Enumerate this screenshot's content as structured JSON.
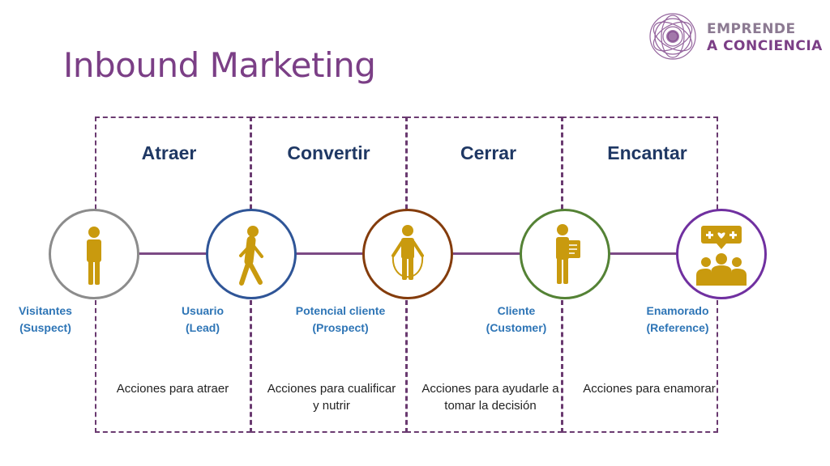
{
  "title": "Inbound Marketing",
  "logo": {
    "line1": "EMPRENDE",
    "line2": "A CONCIENCIA"
  },
  "stages": [
    {
      "title": "Atraer",
      "action": "Acciones para atraer"
    },
    {
      "title": "Convertir",
      "action": "Acciones para cualificar y nutrir"
    },
    {
      "title": "Cerrar",
      "action": "Acciones para ayudarle a tomar la decisión"
    },
    {
      "title": "Encantar",
      "action": "Acciones para enamorar"
    }
  ],
  "nodes": [
    {
      "line1": "Visitantes",
      "line2": "(Suspect)",
      "icon": "standing-person-icon",
      "color": "#8c8c8c"
    },
    {
      "line1": "Usuario",
      "line2": "(Lead)",
      "icon": "walking-person-icon",
      "color": "#2f5597"
    },
    {
      "line1": "Potencial cliente",
      "line2": "(Prospect)",
      "icon": "jump-rope-person-icon",
      "color": "#843c0c"
    },
    {
      "line1": "Cliente",
      "line2": "(Customer)",
      "icon": "person-with-document-icon",
      "color": "#548235"
    },
    {
      "line1": "Enamorado",
      "line2": "(Reference)",
      "icon": "group-love-icon",
      "color": "#7030a0"
    }
  ],
  "colors": {
    "title": "#7b3f86",
    "stage_title": "#1f3864",
    "node_label": "#2e75b6",
    "icon": "#c99a0e",
    "connector": "#7b4a85",
    "dashed_border": "#6a3a70"
  }
}
